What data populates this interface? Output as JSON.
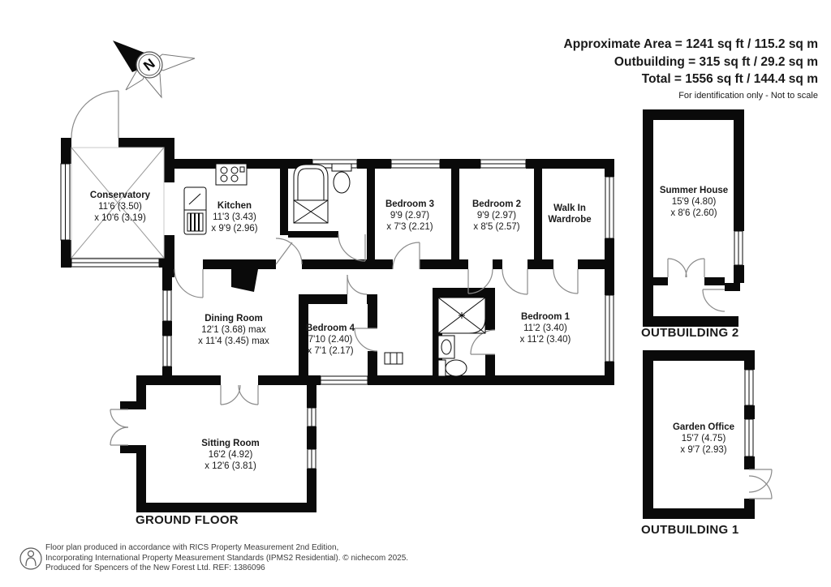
{
  "areas": {
    "line1": "Approximate Area = 1241 sq ft / 115.2 sq m",
    "line2": "Outbuilding = 315 sq ft / 29.2 sq m",
    "line3": "Total = 1556 sq ft / 144.4 sq m",
    "note": "For identification only - Not to scale"
  },
  "compass": {
    "north": "N"
  },
  "rooms": {
    "conservatory": {
      "name": "Conservatory",
      "dims": "11'6 (3.50)\nx 10'6 (3.19)"
    },
    "kitchen": {
      "name": "Kitchen",
      "dims": "11'3 (3.43)\nx 9'9 (2.96)"
    },
    "bedroom3": {
      "name": "Bedroom 3",
      "dims": "9'9 (2.97)\nx 7'3 (2.21)"
    },
    "bedroom2": {
      "name": "Bedroom 2",
      "dims": "9'9 (2.97)\nx 8'5 (2.57)"
    },
    "walk_in_wardrobe": {
      "name": "Walk In\nWardrobe",
      "dims": ""
    },
    "dining_room": {
      "name": "Dining Room",
      "dims": "12'1 (3.68) max\nx 11'4 (3.45) max"
    },
    "bedroom4": {
      "name": "Bedroom 4",
      "dims": "7'10 (2.40)\nx 7'1 (2.17)"
    },
    "bedroom1": {
      "name": "Bedroom 1",
      "dims": "11'2 (3.40)\nx 11'2 (3.40)"
    },
    "sitting_room": {
      "name": "Sitting Room",
      "dims": "16'2 (4.92)\nx 12'6 (3.81)"
    },
    "summer_house": {
      "name": "Summer House",
      "dims": "15'9 (4.80)\nx 8'6 (2.60)"
    },
    "garden_office": {
      "name": "Garden Office",
      "dims": "15'7 (4.75)\nx 9'7 (2.93)"
    }
  },
  "labels": {
    "ground_floor": "GROUND FLOOR",
    "outbuilding2": "OUTBUILDING 2",
    "outbuilding1": "OUTBUILDING 1"
  },
  "footer": {
    "line1": "Floor plan produced in accordance with RICS Property Measurement 2nd Edition,",
    "line2": "Incorporating International Property Measurement Standards (IPMS2 Residential).   © nichecom 2025.",
    "line3": "Produced for Spencers of the New Forest Ltd.   REF:  1386096"
  },
  "colors": {
    "wall": "#0a0a0a",
    "door_arc": "#8a8a8a",
    "text": "#1a1a1a"
  }
}
